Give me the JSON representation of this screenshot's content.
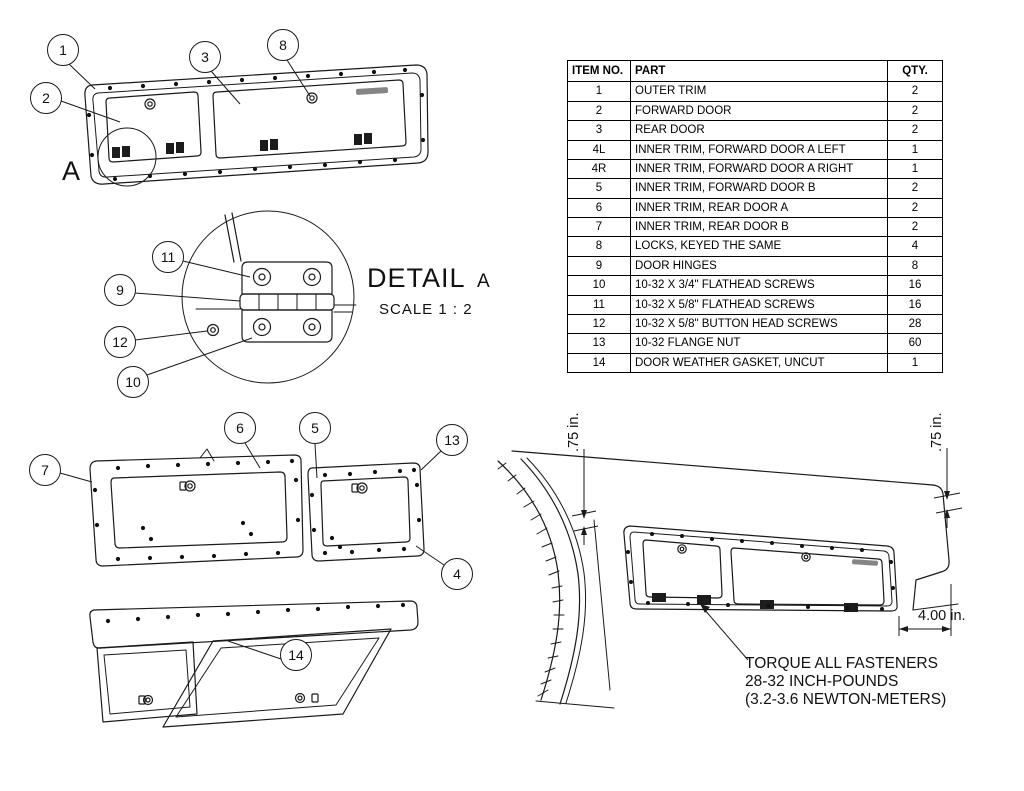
{
  "section_label": "A",
  "detail": {
    "title": "DETAIL",
    "letter": "A",
    "scale": "SCALE  1 : 2"
  },
  "balloons": {
    "b1": "1",
    "b2": "2",
    "b3": "3",
    "b4": "4",
    "b5": "5",
    "b6": "6",
    "b7": "7",
    "b8": "8",
    "b9": "9",
    "b10": "10",
    "b11": "11",
    "b12": "12",
    "b13": "13",
    "b14": "14"
  },
  "dimensions": {
    "left_gap": ".75 in.",
    "right_gap": ".75 in.",
    "rear_offset": "4.00 in."
  },
  "notes": {
    "torque_line1": "TORQUE ALL FASTENERS",
    "torque_line2": "28-32 INCH-POUNDS",
    "torque_line3": "(3.2-3.6 NEWTON-METERS)"
  },
  "table": {
    "headers": [
      "ITEM NO.",
      "PART",
      "QTY."
    ],
    "rows": [
      [
        "1",
        "OUTER TRIM",
        "2"
      ],
      [
        "2",
        "FORWARD DOOR",
        "2"
      ],
      [
        "3",
        "REAR DOOR",
        "2"
      ],
      [
        "4L",
        "INNER TRIM, FORWARD DOOR A LEFT",
        "1"
      ],
      [
        "4R",
        "INNER TRIM, FORWARD DOOR A RIGHT",
        "1"
      ],
      [
        "5",
        "INNER TRIM, FORWARD DOOR B",
        "2"
      ],
      [
        "6",
        "INNER TRIM, REAR DOOR A",
        "2"
      ],
      [
        "7",
        "INNER TRIM, REAR DOOR B",
        "2"
      ],
      [
        "8",
        "LOCKS, KEYED THE SAME",
        "4"
      ],
      [
        "9",
        "DOOR HINGES",
        "8"
      ],
      [
        "10",
        "10-32 X 3/4\" FLATHEAD SCREWS",
        "16"
      ],
      [
        "11",
        "10-32 X 5/8\" FLATHEAD SCREWS",
        "16"
      ],
      [
        "12",
        "10-32 X 5/8\" BUTTON HEAD SCREWS",
        "28"
      ],
      [
        "13",
        "10-32 FLANGE NUT",
        "60"
      ],
      [
        "14",
        "DOOR WEATHER GASKET, UNCUT",
        "1"
      ]
    ]
  }
}
